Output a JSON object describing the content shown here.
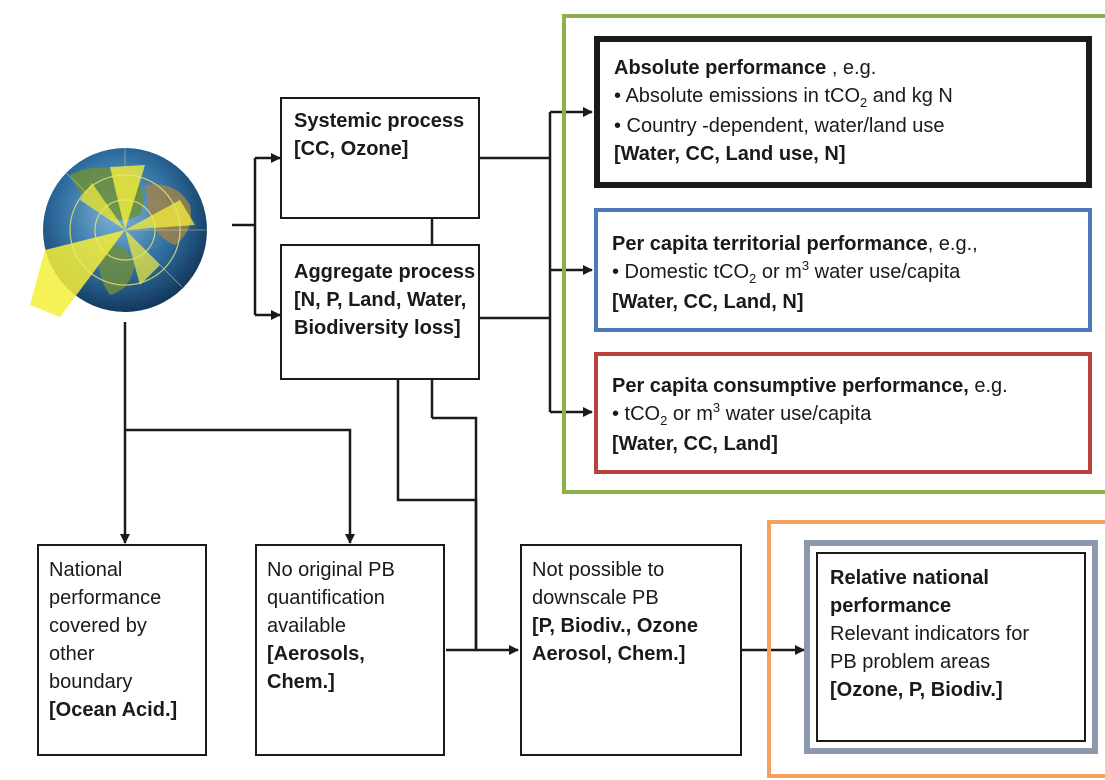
{
  "colors": {
    "green_frame": "#8db24a",
    "orange_frame": "#f0a35c",
    "blue_box": "#4d79b8",
    "red_box": "#b8433d",
    "grey_box": "#8b98ae",
    "black": "#1a1a1a"
  },
  "globe": {
    "icon": "earth-globe-with-planetary-boundaries-overlay"
  },
  "systemic": {
    "title": "Systemic process",
    "tags": "[CC, Ozone]"
  },
  "aggregate": {
    "title": "Aggregate process",
    "tags_1": "[N, P, Land, Water,",
    "tags_2": "Biodiversity loss]"
  },
  "absolute": {
    "title": "Absolute performance",
    "suffix": " , e.g.",
    "bullet1_a": "• Absolute emissions in tCO",
    "bullet1_sub": "2",
    "bullet1_b": " and kg N",
    "bullet2": "• Country -dependent, water/land use",
    "tags": "[Water, CC, Land use, N]"
  },
  "territorial": {
    "title": "Per capita territorial performance",
    "suffix": ", e.g.,",
    "bullet_a": "• Domestic tCO",
    "bullet_sub": "2",
    "bullet_b": " or m",
    "bullet_sup": "3",
    "bullet_c": " water use/capita",
    "tags": "[Water, CC, Land, N]"
  },
  "consumptive": {
    "title": "Per capita consumptive performance,",
    "suffix": " e.g.",
    "bullet_a": "• tCO",
    "bullet_sub": "2",
    "bullet_b": " or m",
    "bullet_sup": "3",
    "bullet_c": " water use/capita",
    "tags": "[Water, CC, Land]"
  },
  "national": {
    "line1": "National",
    "line2": "performance",
    "line3": "covered by",
    "line4": "other",
    "line5": "boundary",
    "tags": "[Ocean Acid.]"
  },
  "no_original": {
    "line1": "No original PB",
    "line2": "quantification",
    "line3": "available",
    "tags_1": "[Aerosols,",
    "tags_2": "Chem.]"
  },
  "not_possible": {
    "line1": "Not possible to",
    "line2": "downscale PB",
    "tags_1": "[P, Biodiv., Ozone",
    "tags_2": "Aerosol, Chem.]"
  },
  "relative": {
    "title_1": "Relative national",
    "title_2": "performance",
    "line1": "Relevant indicators for",
    "line2": "PB problem areas",
    "tags": "[Ozone, P, Biodiv.]"
  }
}
